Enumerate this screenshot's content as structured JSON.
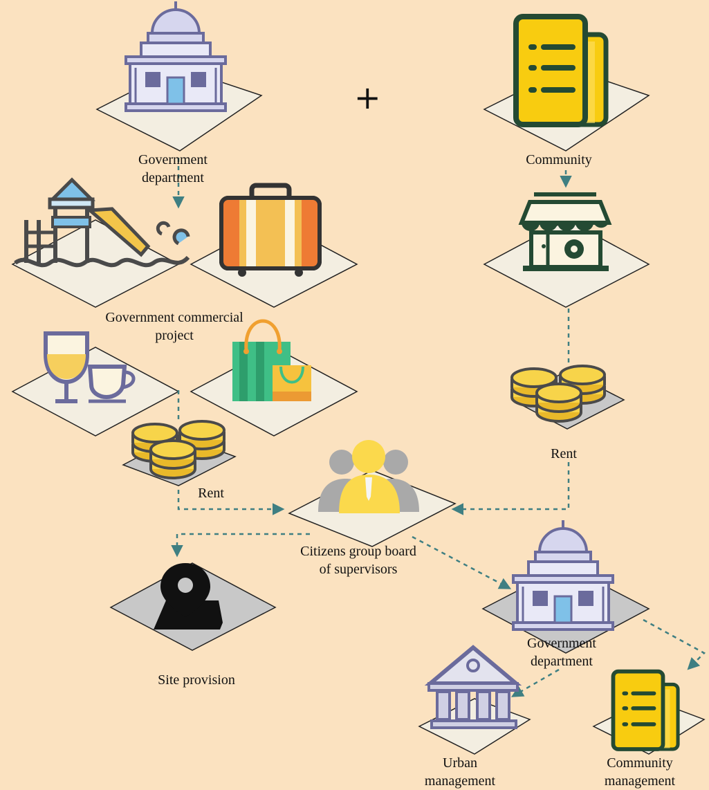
{
  "labels": {
    "gov_dept_top": "Government\ndepartment",
    "community_top": "Community",
    "gov_commercial": "Government commercial\nproject",
    "rent_left": "Rent",
    "rent_right": "Rent",
    "citizens": "Citizens group board\nof supervisors",
    "site_provision": "Site provision",
    "gov_dept_bottom": "Government\ndepartment",
    "urban_mgmt": "Urban\nmanagement",
    "community_mgmt": "Community\nmanagement",
    "plus": "+"
  },
  "icons": [
    "government-building-icon",
    "document-icon",
    "playground-icon",
    "suitcase-icon",
    "shop-icon",
    "drinks-icon",
    "shopping-bags-icon",
    "coins-icon",
    "group-icon",
    "location-pin-icon",
    "bank-icon"
  ],
  "colors": {
    "background": "#fbe2c0",
    "tile": "#f3eee1",
    "tile_gray": "#c8c8c8",
    "arrow": "#3f7f82",
    "coin": "#f7d44a",
    "doc": "#f8cc10"
  }
}
